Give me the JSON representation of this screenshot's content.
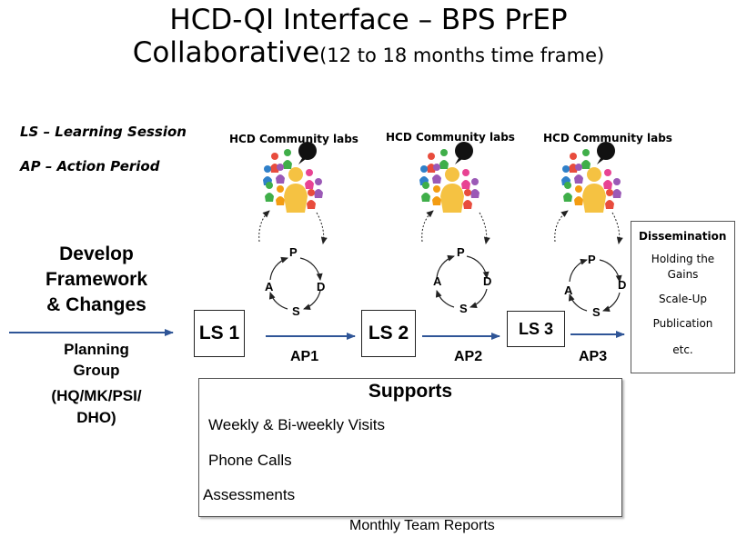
{
  "title": {
    "line1": "HCD-QI Interface – BPS PrEP",
    "line2_main": "Collaborative",
    "line2_small": "(12 to 18 months time frame)"
  },
  "legend": {
    "ls": "LS – Learning Session",
    "ap": "AP – Action Period"
  },
  "community_labs": [
    "HCD Community labs",
    "HCD Community labs",
    "HCD Community labs"
  ],
  "develop": [
    "Develop",
    "Framework",
    "& Changes"
  ],
  "planning": [
    "Planning",
    "Group",
    "(HQ/MK/PSI/",
    "DHO)"
  ],
  "learning_sessions": [
    "LS 1",
    "LS 2",
    "LS 3"
  ],
  "action_periods": [
    "AP1",
    "AP2",
    "AP3"
  ],
  "pdca": {
    "p": "P",
    "d": "D",
    "s": "S",
    "a": "A"
  },
  "speech_bubble": "",
  "dissemination": {
    "title": "Dissemination",
    "items": [
      "Holding the",
      "Gains",
      "Scale-Up",
      "Publication",
      "etc."
    ]
  },
  "supports": {
    "title": "Supports",
    "items": [
      "Weekly & Bi-weekly Visits",
      "Phone Calls",
      "Assessments"
    ]
  },
  "monthly_reports": "Monthly Team Reports",
  "colors": {
    "arrow": "#2f5597",
    "person_main": "#f5c242",
    "person_colors": [
      "#e84c3d",
      "#9b59b6",
      "#3fae49",
      "#2f80c9",
      "#f39c12",
      "#e84393"
    ]
  }
}
